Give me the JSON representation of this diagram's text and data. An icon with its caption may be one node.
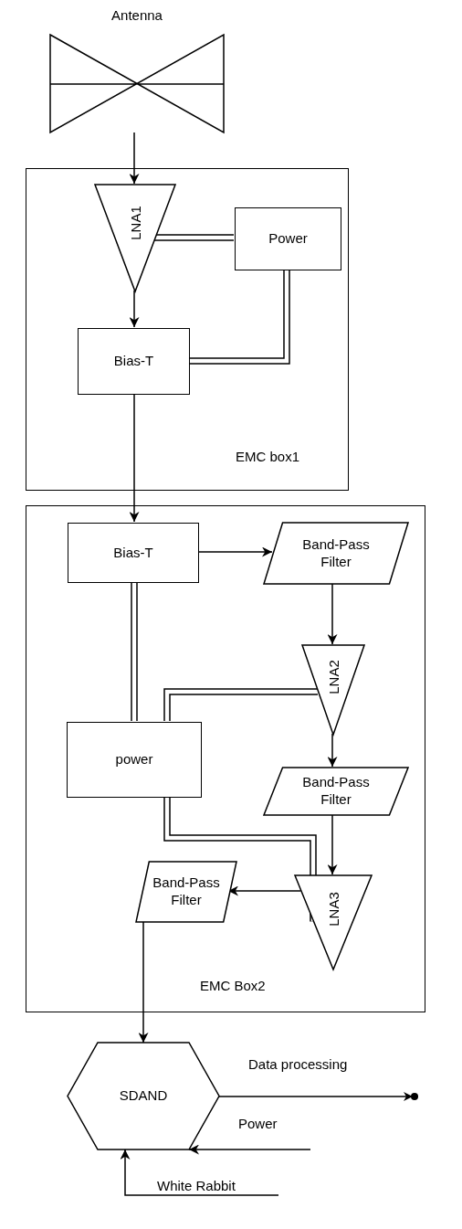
{
  "diagram": {
    "nodes": [
      {
        "text": [
          "Antenna"
        ]
      },
      {
        "text": [
          "EMC box1"
        ]
      },
      {
        "text": [
          "LNA1"
        ],
        "in": 1
      },
      {
        "text": [
          "Power"
        ],
        "in": 1
      },
      {
        "text": [
          "Bias-T"
        ],
        "in": 1
      },
      {
        "text": [
          "EMC Box2"
        ]
      },
      {
        "text": [
          "Bias-T"
        ],
        "in": 5
      },
      {
        "text": [
          "Band-Pass Filter"
        ],
        "in": 5
      },
      {
        "text": [
          "LNA2"
        ],
        "in": 5
      },
      {
        "text": [
          "power"
        ],
        "in": 5
      },
      {
        "text": [
          "Band-Pass Filter"
        ],
        "in": 5
      },
      {
        "text": [
          "LNA3"
        ],
        "in": 5
      },
      {
        "text": [
          "Band-Pass Filter"
        ],
        "in": 5
      },
      {
        "text": [
          "SDAND"
        ]
      }
    ],
    "edges": [
      {
        "from": 0,
        "to": 2,
        "arrow": "to"
      },
      {
        "from": 2,
        "to": 3,
        "arrow": "none",
        "style": "thick"
      },
      {
        "from": 2,
        "to": 4,
        "arrow": "to"
      },
      {
        "from": 3,
        "to": 4,
        "arrow": "none",
        "style": "thick"
      },
      {
        "from": 4,
        "to": 6,
        "arrow": "to"
      },
      {
        "from": 6,
        "to": 7,
        "arrow": "to"
      },
      {
        "from": 6,
        "to": 9,
        "arrow": "none",
        "style": "thick"
      },
      {
        "from": 7,
        "to": 8,
        "arrow": "to"
      },
      {
        "from": 9,
        "to": 8,
        "arrow": "none",
        "style": "thick"
      },
      {
        "from": 8,
        "to": 10,
        "arrow": "to"
      },
      {
        "from": 9,
        "to": 11,
        "arrow": "none",
        "style": "thick"
      },
      {
        "from": 10,
        "to": 11,
        "arrow": "to"
      },
      {
        "from": 11,
        "to": 12,
        "arrow": "to"
      },
      {
        "from": 12,
        "to": 13,
        "arrow": "to"
      },
      {
        "from": 13,
        "to": null,
        "arrow": "to",
        "label": "Data processing"
      },
      {
        "from": null,
        "to": 13,
        "arrow": "to",
        "label": "Power"
      },
      {
        "from": null,
        "to": 13,
        "arrow": "to",
        "label": "White Rabbit"
      }
    ]
  }
}
